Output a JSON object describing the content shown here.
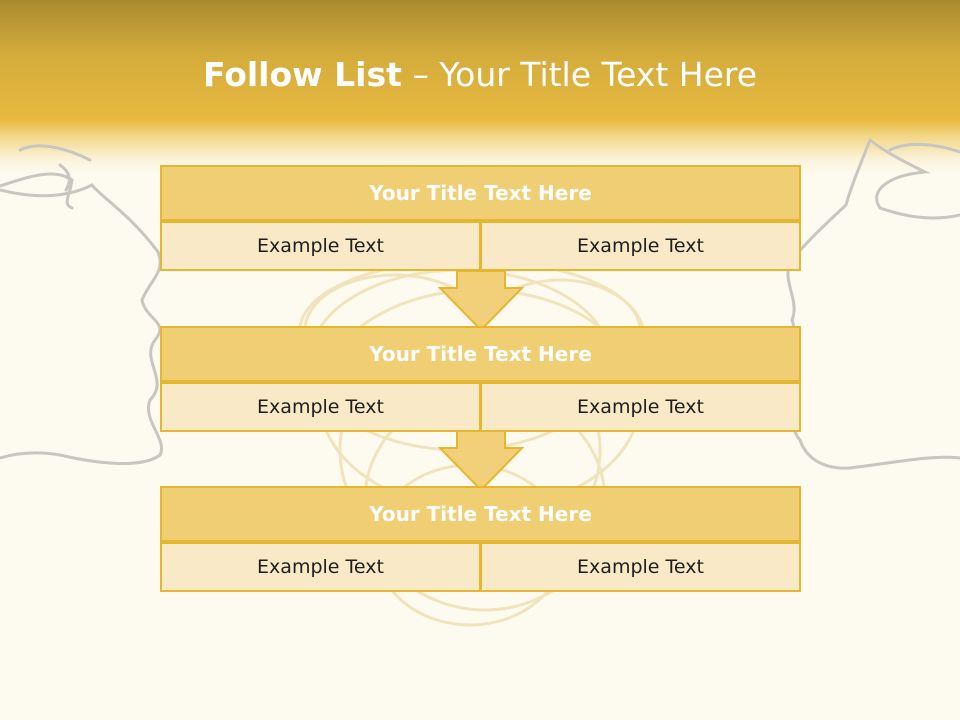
{
  "title": {
    "bold": "Follow List",
    "rest": " – Your Title Text Here"
  },
  "blocks": [
    {
      "title": "Your Title Text Here",
      "left": "Example Text",
      "right": "Example Text"
    },
    {
      "title": "Your Title Text Here",
      "left": "Example Text",
      "right": "Example Text"
    },
    {
      "title": "Your Title Text Here",
      "left": "Example Text",
      "right": "Example Text"
    }
  ],
  "colors": {
    "header_gold": "#e7b93f",
    "box_title_fill": "#f0cf74",
    "box_border": "#e5b62f",
    "cell_fill": "#f9e9c7",
    "background": "#fdfaf0"
  },
  "icons": [
    "down-arrow-icon"
  ]
}
